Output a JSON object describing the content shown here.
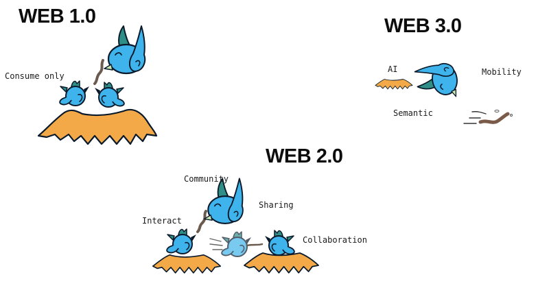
{
  "sections": [
    {
      "id": "web1",
      "title": "WEB 1.0",
      "labels": [
        "Consume only"
      ]
    },
    {
      "id": "web2",
      "title": "WEB 2.0",
      "labels": [
        "Community",
        "Sharing",
        "Interact",
        "Collaboration"
      ]
    },
    {
      "id": "web3",
      "title": "WEB 3.0",
      "labels": [
        "AI",
        "Mobility",
        "Semantic"
      ]
    }
  ],
  "colors": {
    "bird_body": "#3fb4ec",
    "bird_crest": "#2f8f86",
    "bird_outline": "#0a1a2a",
    "nest": "#f4a948",
    "worm": "#6b5a4e",
    "worm_web3": "#7a5a48",
    "text": "#1a1a1a"
  },
  "icons": {
    "parent_bird": "parent-bird-icon",
    "chick": "chick-icon",
    "nest": "nest-icon",
    "worm": "worm-icon"
  }
}
